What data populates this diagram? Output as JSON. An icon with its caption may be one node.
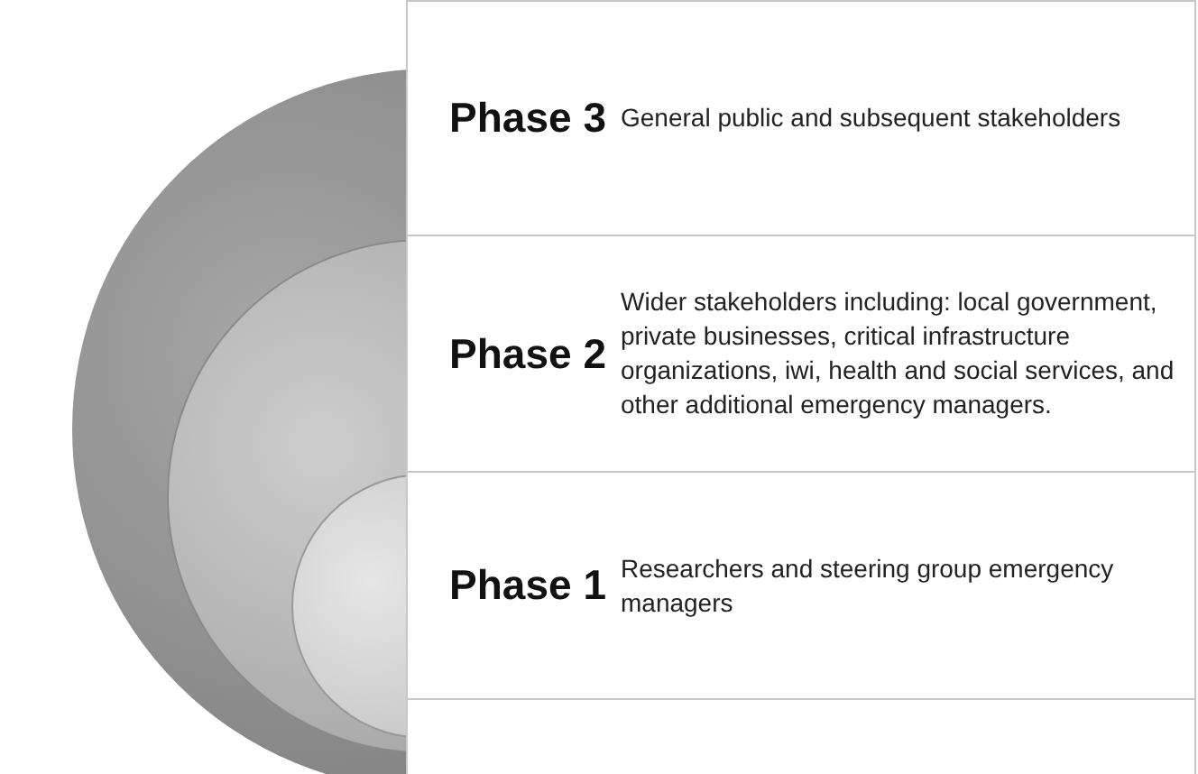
{
  "diagram": {
    "nodes": [
      {
        "text": [
          "Phase 3",
          "General public and subsequent stakeholders"
        ]
      },
      {
        "text": [
          "Phase 2",
          "Wider stakeholders including: local government, private businesses, critical infrastructure organizations, iwi, health and social services, and other additional emergency managers."
        ]
      },
      {
        "text": [
          "Phase 1",
          "Researchers and steering group emergency managers"
        ]
      },
      {
        "text": [],
        "shape": "box"
      }
    ]
  }
}
